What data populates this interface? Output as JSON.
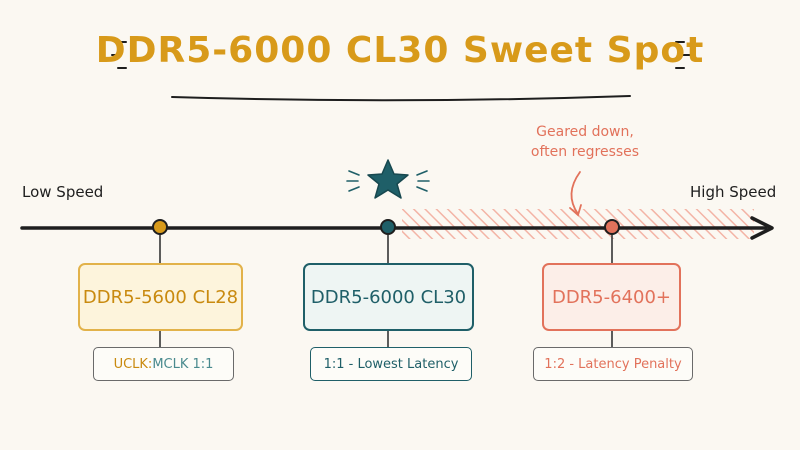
{
  "title": "DDR5-6000 CL30 Sweet Spot",
  "axis": {
    "low_label": "Low Speed",
    "high_label": "High Speed"
  },
  "annotation": {
    "line1": "Geared down,",
    "line2": "often regresses"
  },
  "nodes": [
    {
      "label": "DDR5-5600 CL28",
      "sub_prefix": "UCLK:",
      "sub_rest": "MCLK 1:1",
      "color": "#d89a1a",
      "fill": "#fdf4dc"
    },
    {
      "label": "DDR5-6000 CL30",
      "sub": "1:1 - Lowest Latency",
      "color": "#1f5f68",
      "fill": "#eef5f3"
    },
    {
      "label": "DDR5-6400+",
      "sub": "1:2 - Latency Penalty",
      "color": "#e2725b",
      "fill": "#fceee8"
    }
  ],
  "colors": {
    "gold": "#d89a1a",
    "teal": "#1f5f68",
    "coral": "#e2725b",
    "ink": "#1e1e1e",
    "gray": "#4a4a4a"
  },
  "icons": [
    "star-icon",
    "arrowhead-icon"
  ]
}
